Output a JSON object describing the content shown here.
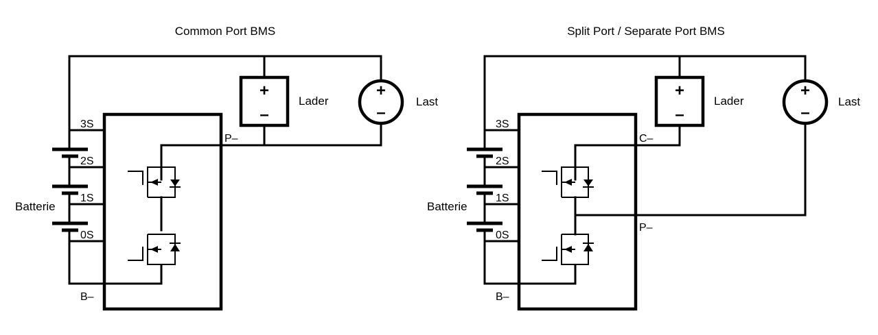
{
  "diagrams": [
    {
      "title": "Common Port BMS",
      "pins": {
        "s3": "3S",
        "s2": "2S",
        "s1": "1S",
        "s0": "0S",
        "bminus": "B–",
        "port": "P–"
      },
      "battery_label": "Batterie",
      "charger_label": "Lader",
      "load_label": "Last",
      "plus": "+",
      "minus": "–"
    },
    {
      "title": "Split Port / Separate Port BMS",
      "pins": {
        "s3": "3S",
        "s2": "2S",
        "s1": "1S",
        "s0": "0S",
        "bminus": "B–",
        "cport": "C–",
        "pport": "P–"
      },
      "battery_label": "Batterie",
      "charger_label": "Lader",
      "load_label": "Last",
      "plus": "+",
      "minus": "–"
    }
  ],
  "colors": {
    "line": "#000000",
    "background": "#ffffff"
  }
}
